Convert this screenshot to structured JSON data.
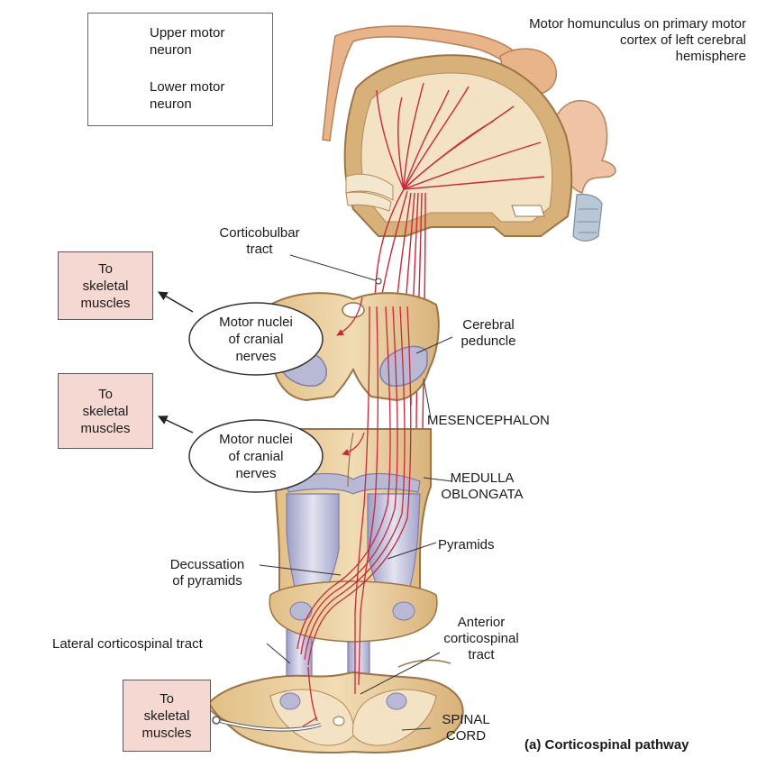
{
  "legend": {
    "upper_label": "Upper motor neuron",
    "upper_line1": "Upper motor",
    "upper_line2": "neuron",
    "lower_label": "Lower motor neuron",
    "lower_line1": "Lower motor",
    "lower_line2": "neuron"
  },
  "labels": {
    "homunculus_1": "Motor homunculus on primary motor",
    "homunculus_2": "cortex of left cerebral",
    "homunculus_3": "hemisphere",
    "corticobulbar_1": "Corticobulbar",
    "corticobulbar_2": "tract",
    "cerebral_peduncle_1": "Cerebral",
    "cerebral_peduncle_2": "peduncle",
    "mesencephalon": "MESENCEPHALON",
    "medulla_1": "MEDULLA",
    "medulla_2": "OBLONGATA",
    "pyramids": "Pyramids",
    "decussation_1": "Decussation",
    "decussation_2": "of pyramids",
    "lateral_tract": "Lateral corticospinal tract",
    "anterior_1": "Anterior",
    "anterior_2": "corticospinal",
    "anterior_3": "tract",
    "spinal_1": "SPINAL",
    "spinal_2": "CORD"
  },
  "ovals": [
    {
      "line1": "Motor nuclei",
      "line2": "of cranial",
      "line3": "nerves"
    },
    {
      "line1": "Motor nuclei",
      "line2": "of cranial",
      "line3": "nerves"
    }
  ],
  "muscle_boxes": [
    {
      "line1": "To",
      "line2": "skeletal",
      "line3": "muscles"
    },
    {
      "line1": "To",
      "line2": "skeletal",
      "line3": "muscles"
    },
    {
      "line1": "To",
      "line2": "skeletal",
      "line3": "muscles"
    }
  ],
  "caption": "(a) Corticospinal pathway",
  "colors": {
    "tract_red": "#c8283a",
    "tissue_tan": "#e9cfa0",
    "tissue_dark": "#c9a06a",
    "pyramid_lavender": "#b9b9d6",
    "box_pink": "#f6d8d2"
  }
}
